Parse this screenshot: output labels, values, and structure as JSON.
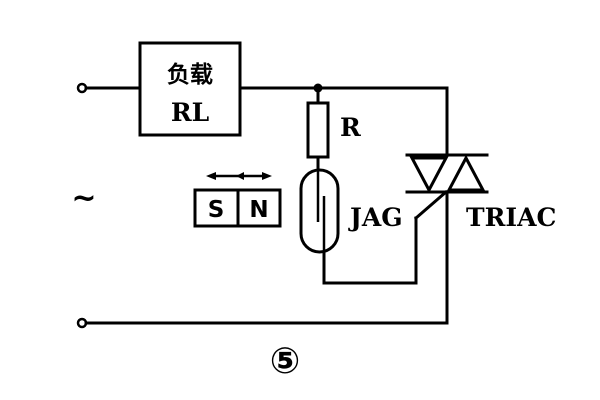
{
  "diagram": {
    "load": {
      "name": "负载",
      "symbol": "RL"
    },
    "resistor_label": "R",
    "reed_switch_label": "JAG",
    "triac_label": "TRIAC",
    "ac_source_symbol": "~",
    "magnet": {
      "south": "S",
      "north": "N"
    },
    "figure_number": "⑤"
  }
}
